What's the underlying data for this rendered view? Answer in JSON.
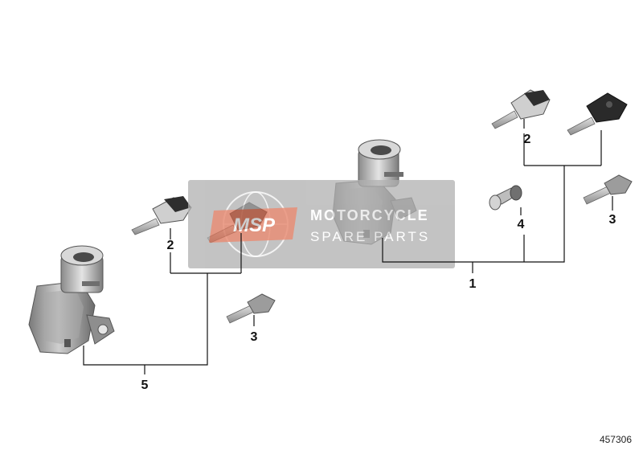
{
  "diagram": {
    "reference_number": "457306",
    "callouts": {
      "ignition_set_main": "1",
      "key_right_a": "2",
      "key_right_b": "3",
      "lock_cylinder": "4",
      "key_left_a": "2",
      "key_left_b": "3",
      "ignition_set_left": "5"
    }
  },
  "watermark": {
    "logo_text": "MSP",
    "line1": "MOTORCYCLE",
    "line2": "SPARE PARTS"
  },
  "colors": {
    "part_light": "#c9c9c9",
    "part_mid": "#9a9a9a",
    "part_dark": "#5e5e5e",
    "key_black": "#2a2a2a",
    "watermark_bg": "#b0b0b0",
    "watermark_logo": "#e06a4a"
  }
}
